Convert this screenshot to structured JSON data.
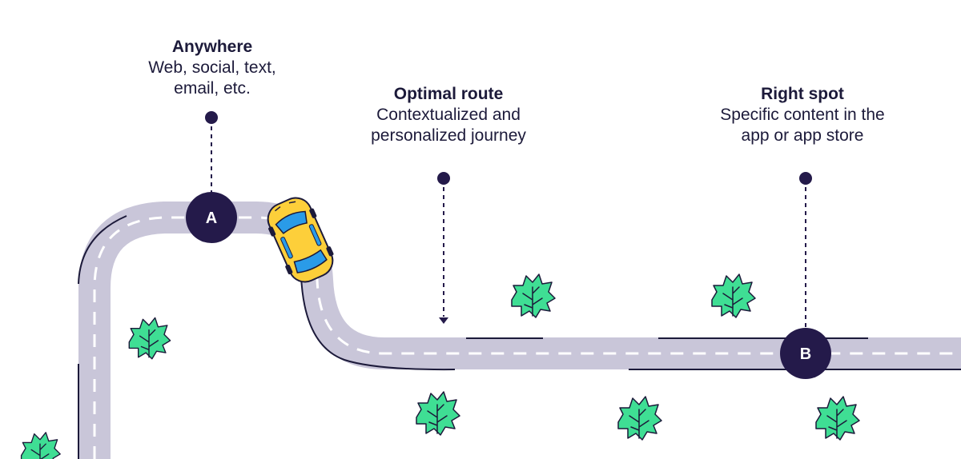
{
  "colors": {
    "road": "#c9c6d9",
    "road_edge": "#1c1a3a",
    "dash": "#ffffff",
    "marker": "#241a4a",
    "marker_text": "#ffffff",
    "car_body": "#fdcf3a",
    "car_glass": "#2a9be8",
    "bush": "#3fde94",
    "text": "#1c1a3a"
  },
  "labels": {
    "anywhere": {
      "title": "Anywhere",
      "lines": [
        "Web, social, text,",
        "email, etc."
      ]
    },
    "route": {
      "title": "Optimal route",
      "lines": [
        "Contextualized and",
        "personalized journey"
      ]
    },
    "spot": {
      "title": "Right spot",
      "lines": [
        "Specific content in the",
        "app or app store"
      ]
    }
  },
  "markers": {
    "start": {
      "letter": "A"
    },
    "end": {
      "letter": "B"
    }
  },
  "icons": {
    "vehicle": "car-icon",
    "scenery": "bush-icon"
  }
}
